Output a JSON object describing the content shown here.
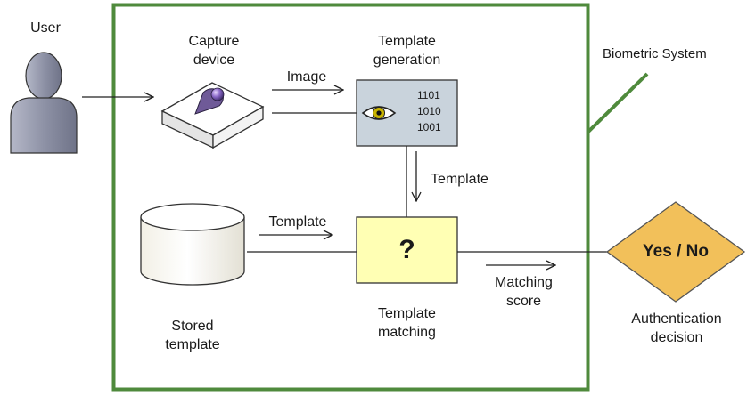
{
  "diagram": {
    "user_label": "User",
    "system_label": "Biometric System",
    "capture_device_label": [
      "Capture",
      "device"
    ],
    "image_label": "Image",
    "template_generation_label": [
      "Template",
      "generation"
    ],
    "binary_code": [
      "1101",
      "1010",
      "1001"
    ],
    "template_down_label": "Template",
    "template_from_store_label": "Template",
    "stored_template_label": [
      "Stored",
      "template"
    ],
    "matcher_symbol": "?",
    "template_matching_label": [
      "Template",
      "matching"
    ],
    "matching_score_label": [
      "Matching",
      "score"
    ],
    "decision_text": "Yes / No",
    "authentication_label": [
      "Authentication",
      "decision"
    ]
  },
  "colors": {
    "system_border": "#4f8a3c",
    "user_fill": "#8e92a6",
    "generator_fill": "#c9d3dc",
    "matcher_fill": "#ffffb4",
    "decision_fill": "#f2c05a",
    "eye_iris": "#c9b400"
  },
  "icons": [
    "user-silhouette-icon",
    "fingerprint-scanner-icon",
    "eye-icon",
    "database-cylinder-icon",
    "question-mark-icon",
    "decision-diamond-icon"
  ]
}
